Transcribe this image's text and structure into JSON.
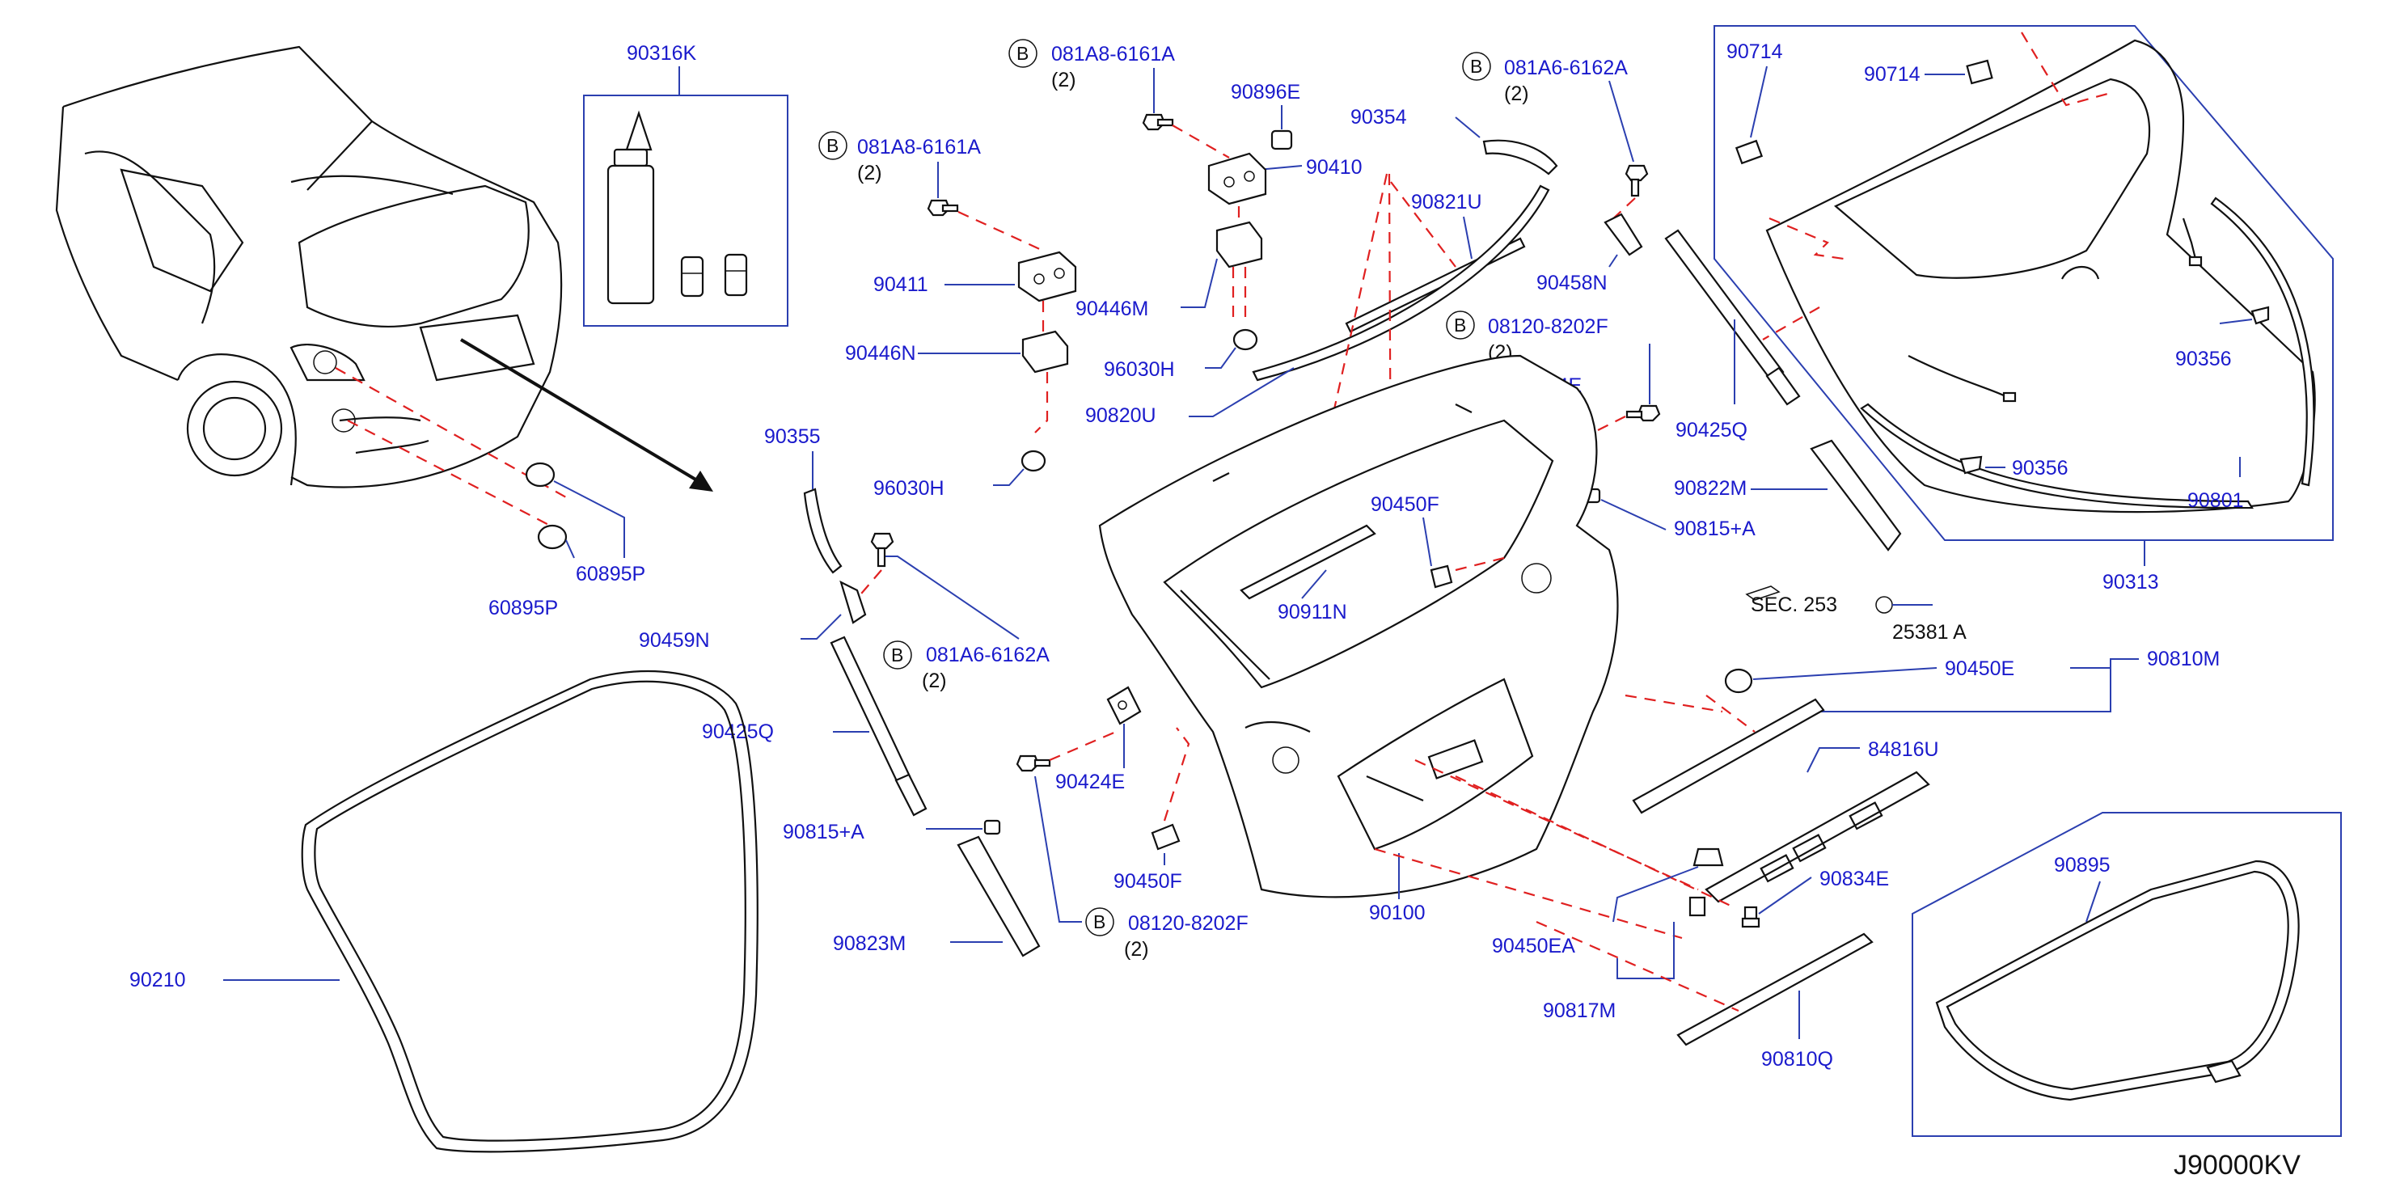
{
  "diagram_code": "J90000KV",
  "section_ref": {
    "line1": "SEC. 253",
    "line2": "25381 A"
  },
  "callouts": {
    "p90316K": "90316K",
    "b1": {
      "code": "081A8-6161A",
      "qty": "(2)"
    },
    "b2": {
      "code": "081A8-6161A",
      "qty": "(2)"
    },
    "b3": {
      "code": "081A6-6162A",
      "qty": "(2)"
    },
    "b4": {
      "code": "08120-8202F",
      "qty": "(2)"
    },
    "b5": {
      "code": "081A6-6162A",
      "qty": "(2)"
    },
    "b6": {
      "code": "08120-8202F",
      "qty": "(2)"
    },
    "p90896E": "90896E",
    "p90410": "90410",
    "p90411": "90411",
    "p90446M": "90446M",
    "p90446N": "90446N",
    "p96030H_a": "96030H",
    "p96030H_b": "96030H",
    "p90354": "90354",
    "p90821U": "90821U",
    "p90820U": "90820U",
    "p90458N": "90458N",
    "p90424E_a": "90424E",
    "p90424E_b": "90424E",
    "p90425Q_a": "90425Q",
    "p90425Q_b": "90425Q",
    "p90822M": "90822M",
    "p90815A_a": "90815+A",
    "p90815A_b": "90815+A",
    "p90450F_a": "90450F",
    "p90450F_b": "90450F",
    "p90911N": "90911N",
    "p90355": "90355",
    "p60895P_a": "60895P",
    "p60895P_b": "60895P",
    "p90459N": "90459N",
    "p90714_a": "90714",
    "p90714_b": "90714",
    "p90356_a": "90356",
    "p90356_b": "90356",
    "p90801": "90801",
    "p90313": "90313",
    "p90450E": "90450E",
    "p90810M": "90810M",
    "p84816U": "84816U",
    "p90834E": "90834E",
    "p90450EA": "90450EA",
    "p90817M": "90817M",
    "p90810Q": "90810Q",
    "p90100": "90100",
    "p90823M": "90823M",
    "p90210": "90210",
    "p90895": "90895",
    "bolt_letter": "B"
  }
}
